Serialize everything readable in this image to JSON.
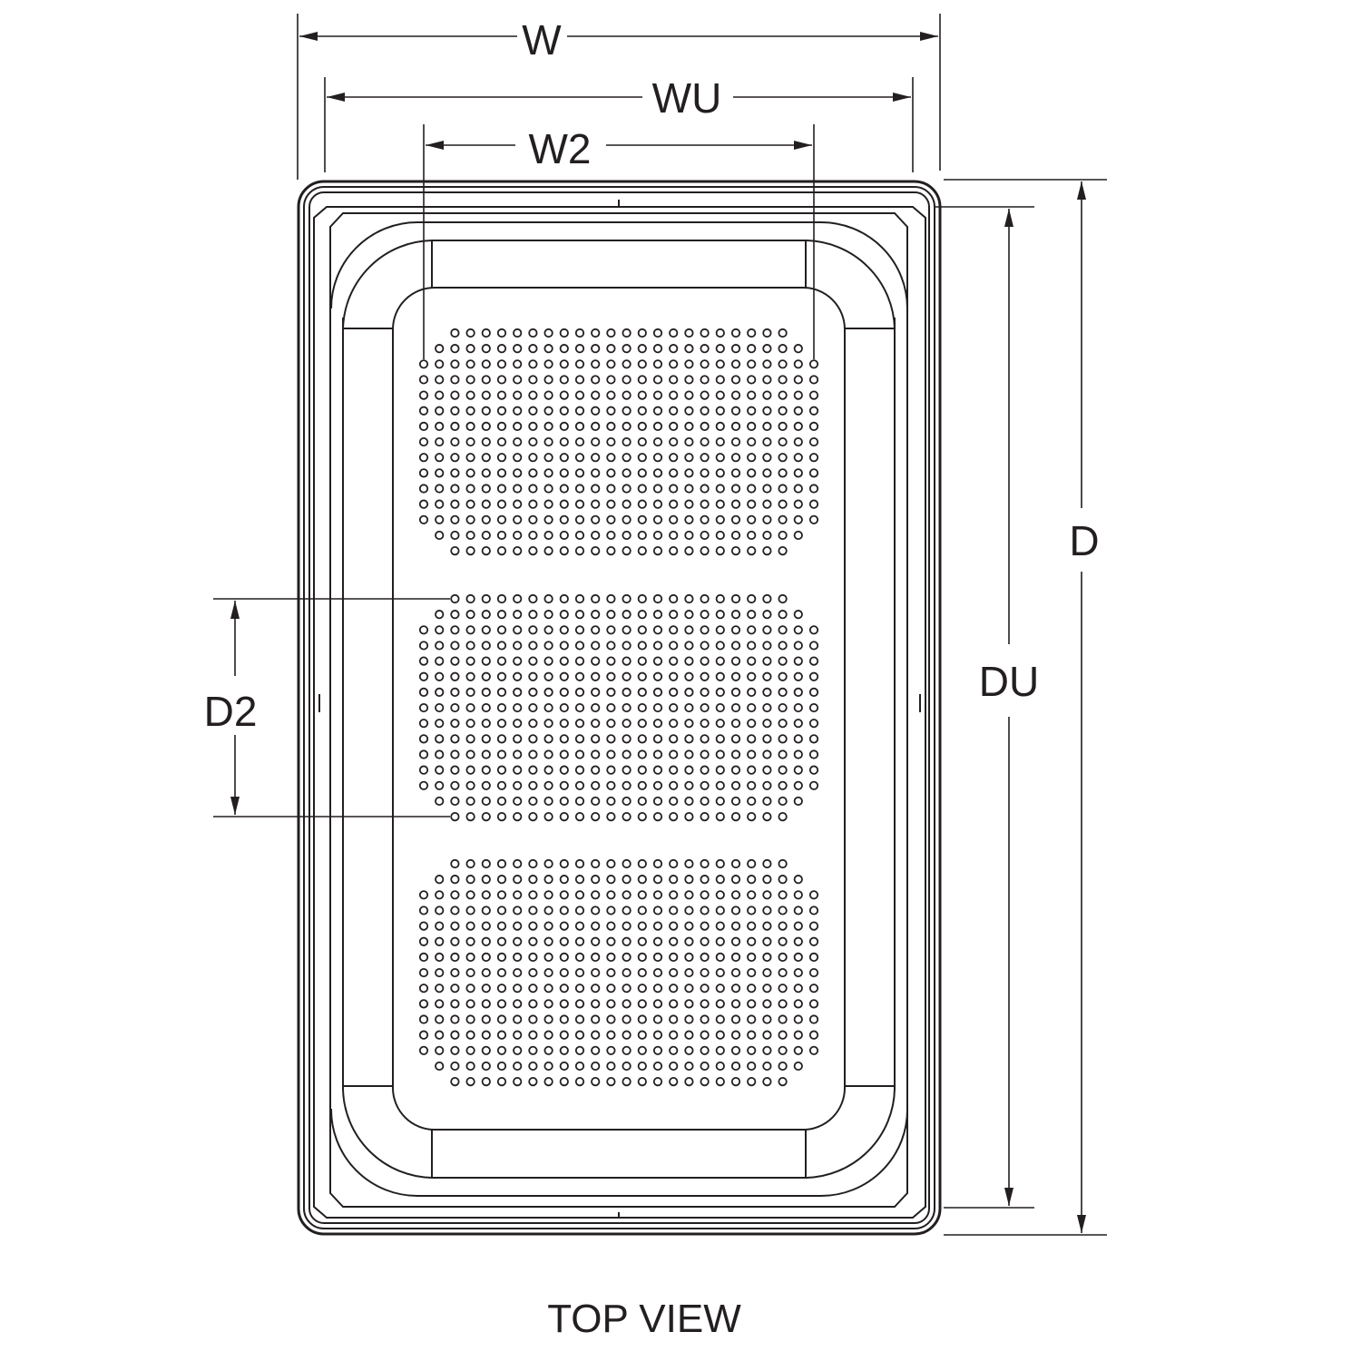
{
  "title": "TOP VIEW",
  "dimensions": {
    "w": "W",
    "wu": "WU",
    "w2": "W2",
    "d": "D",
    "du": "DU",
    "d2": "D2"
  },
  "perforation": {
    "blocks": 3,
    "rows_per_block": 15,
    "columns": 26
  },
  "colors": {
    "line": "#231f20",
    "background": "#ffffff"
  }
}
